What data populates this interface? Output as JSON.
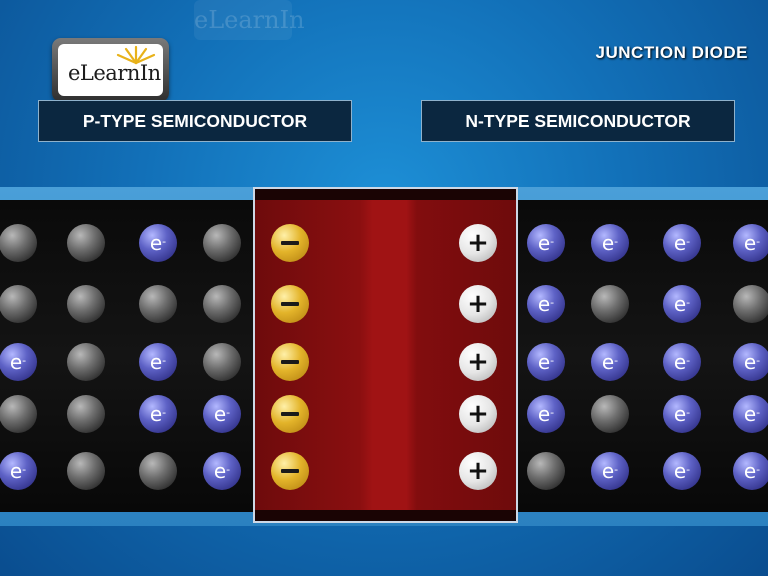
{
  "watermark": "eLearnIn",
  "logo": {
    "text": "eLearnIn"
  },
  "title": "JUNCTION DIODE",
  "labels": {
    "p_type": "P-TYPE SEMICONDUCTOR",
    "n_type": "N-TYPE SEMICONDUCTOR"
  },
  "legend_symbols": {
    "electron": "e-",
    "negative_ion": "−",
    "positive_ion": "+"
  },
  "colors": {
    "background": "#1270b8",
    "crystal": "#0a0a0a",
    "depletion_region": "#8a0f10",
    "hole": "#6e6e6e",
    "electron": "#5e62c6",
    "negative_ion": "#e3b42a",
    "positive_ion": "#e6e6e6"
  },
  "p_region": {
    "rows": [
      [
        "hole",
        "hole",
        "electron",
        "hole"
      ],
      [
        "hole",
        "hole",
        "hole",
        "hole"
      ],
      [
        "electron",
        "hole",
        "electron",
        "hole"
      ],
      [
        "hole",
        "hole",
        "electron",
        "electron"
      ],
      [
        "electron",
        "hole",
        "hole",
        "electron"
      ]
    ]
  },
  "depletion": {
    "negative_ions": 5,
    "positive_ions": 5
  },
  "n_region": {
    "rows": [
      [
        "electron",
        "electron",
        "electron",
        "electron"
      ],
      [
        "electron",
        "hole",
        "electron",
        "hole"
      ],
      [
        "electron",
        "electron",
        "electron",
        "electron"
      ],
      [
        "electron",
        "hole",
        "electron",
        "electron"
      ],
      [
        "hole",
        "electron",
        "electron",
        "electron"
      ]
    ]
  }
}
